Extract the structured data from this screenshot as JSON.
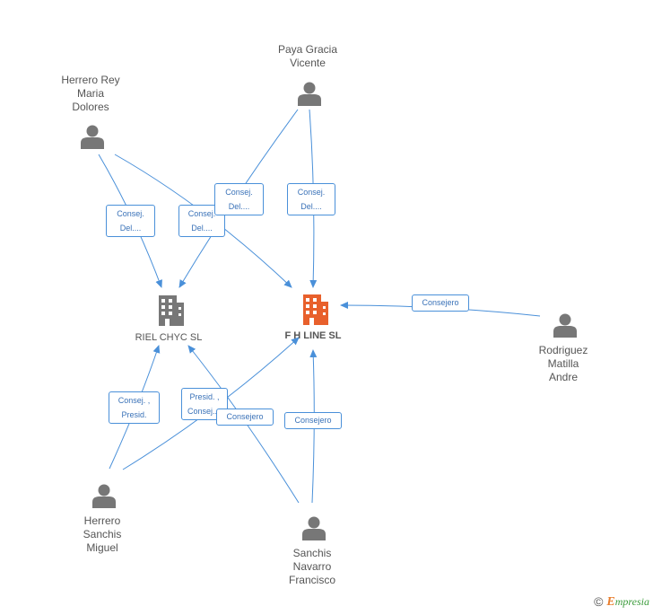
{
  "companies": {
    "riel": {
      "name": "RIEL CHYC SL",
      "color": "#777777"
    },
    "fhline": {
      "name": "F H LINE SL",
      "color": "#e8602c"
    }
  },
  "persons": {
    "paya": {
      "lines": [
        "Paya Gracia",
        "Vicente"
      ]
    },
    "herrero_rey": {
      "lines": [
        "Herrero Rey",
        "Maria",
        "Dolores"
      ]
    },
    "rodriguez": {
      "lines": [
        "Rodriguez",
        "Matilla",
        "Andre"
      ]
    },
    "herrero_sanchis": {
      "lines": [
        "Herrero",
        "Sanchis",
        "Miguel"
      ]
    },
    "sanchis_navarro": {
      "lines": [
        "Sanchis",
        "Navarro",
        "Francisco"
      ]
    }
  },
  "relations": {
    "r1": {
      "lines": [
        "Consej.",
        "Del...."
      ]
    },
    "r2": {
      "lines": [
        "Consej.",
        "Del...."
      ]
    },
    "r3": {
      "lines": [
        "Consej.",
        "Del...."
      ]
    },
    "r4": {
      "lines": [
        "Consej.",
        "Del...."
      ]
    },
    "r5": {
      "text": "Consejero"
    },
    "r6": {
      "lines": [
        "Consej. ,",
        "Presid."
      ]
    },
    "r7": {
      "lines": [
        "Presid. ,",
        "Consej...."
      ]
    },
    "r8": {
      "text": "Consejero"
    },
    "r9": {
      "text": "Consejero"
    }
  },
  "colors": {
    "edge": "#4a90d9",
    "person_icon": "#777777",
    "relation_text": "#3a72b8"
  },
  "brand": {
    "copyright": "©",
    "first_letter": "E",
    "rest": "mpresia"
  }
}
